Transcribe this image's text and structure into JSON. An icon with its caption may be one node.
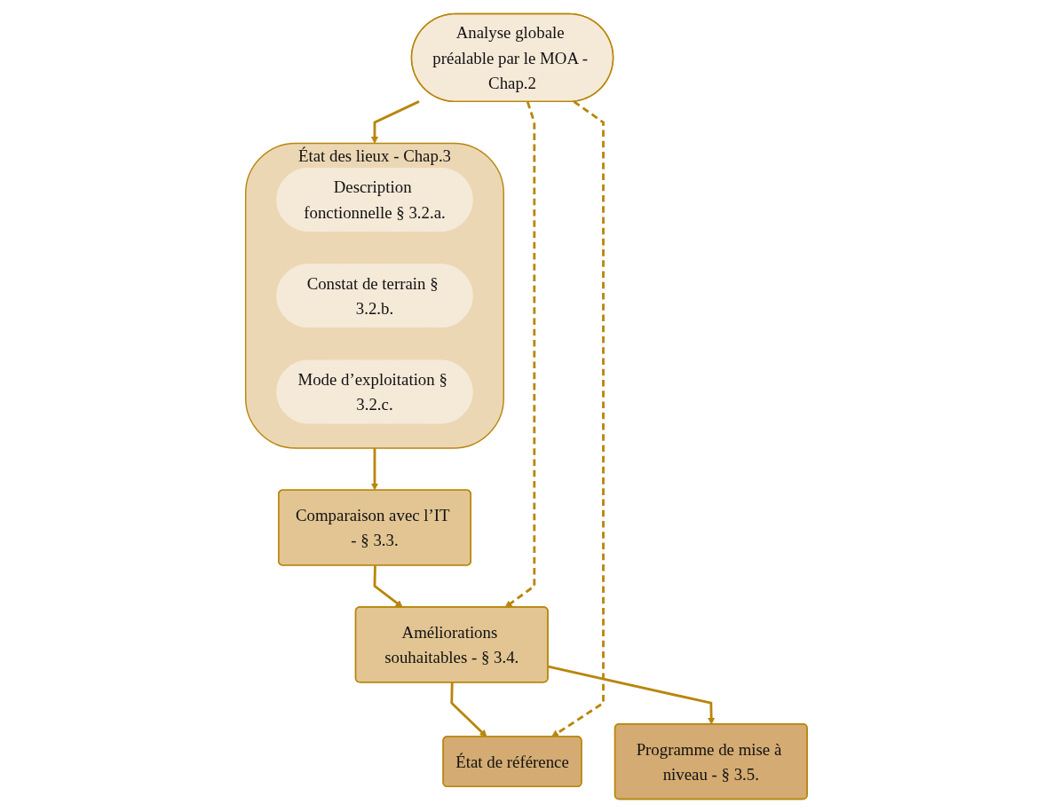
{
  "diagram": {
    "nodes": [
      {
        "text": [
          "Analyse globale préalable par le MOA - Chap.2"
        ]
      },
      {
        "text": [
          "État des lieux - Chap.3"
        ]
      },
      {
        "text": [
          "Description fonctionnelle § 3.2.a."
        ],
        "in": 1
      },
      {
        "text": [
          "Constat de terrain § 3.2.b."
        ],
        "in": 1
      },
      {
        "text": [
          "Mode d’exploitation § 3.2.c."
        ],
        "in": 1
      },
      {
        "text": [
          "Comparaison avec l’IT - § 3.3."
        ]
      },
      {
        "text": [
          "Améliorations souhaitables - § 3.4."
        ]
      },
      {
        "text": [
          "Programme de mise à niveau - § 3.5."
        ]
      },
      {
        "text": [
          "État de référence"
        ]
      }
    ],
    "edges": [
      {
        "from": 0,
        "to": 1,
        "arrow": "to"
      },
      {
        "from": 1,
        "to": 5,
        "arrow": "to"
      },
      {
        "from": 5,
        "to": 6,
        "arrow": "to"
      },
      {
        "from": 6,
        "to": 7,
        "arrow": "to"
      },
      {
        "from": 6,
        "to": 8,
        "arrow": "to"
      },
      {
        "from": 0,
        "to": 8,
        "arrow": "to",
        "style": "dashed"
      },
      {
        "from": 0,
        "to": 6,
        "arrow": "to",
        "style": "dashed"
      }
    ]
  }
}
